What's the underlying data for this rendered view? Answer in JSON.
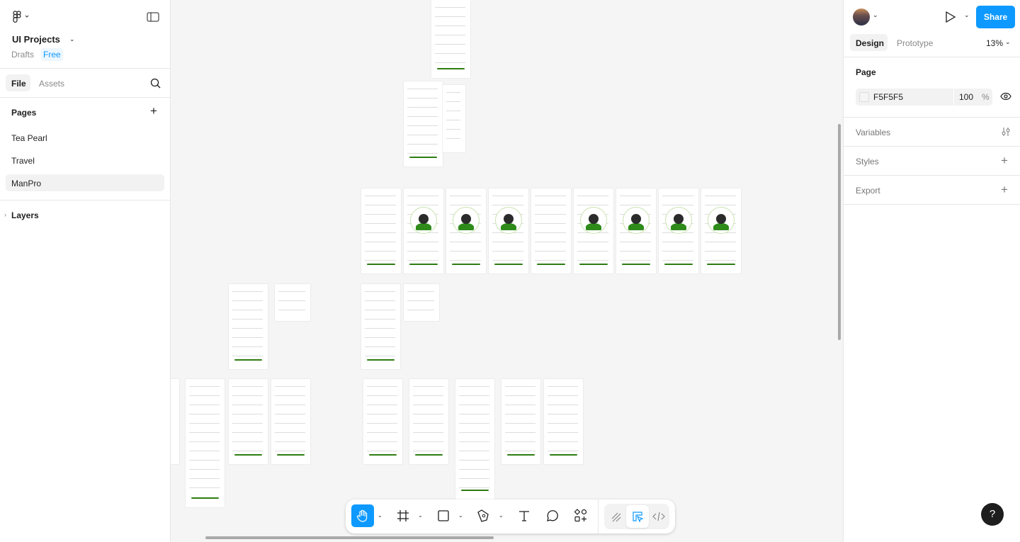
{
  "header": {
    "project": "UI Projects",
    "location": "Drafts",
    "plan_badge": "Free"
  },
  "left_tabs": {
    "file": "File",
    "assets": "Assets"
  },
  "pages": {
    "title": "Pages",
    "items": [
      {
        "label": "Tea Pearl"
      },
      {
        "label": "Travel"
      },
      {
        "label": "ManPro",
        "selected": true
      }
    ]
  },
  "layers": {
    "title": "Layers"
  },
  "right": {
    "share": "Share",
    "tabs": {
      "design": "Design",
      "prototype": "Prototype"
    },
    "zoom": "13%",
    "page": {
      "title": "Page",
      "color": "F5F5F5",
      "opacity": "100",
      "unit": "%"
    },
    "sections": [
      {
        "label": "Variables"
      },
      {
        "label": "Styles"
      },
      {
        "label": "Export"
      }
    ]
  },
  "toolbar": {
    "tools": [
      "hand-icon",
      "frame-icon",
      "rectangle-icon",
      "pen-icon",
      "text-icon",
      "comment-icon",
      "actions-icon"
    ],
    "modes": [
      "draw-icon",
      "design-icon",
      "dev-mode-icon"
    ],
    "active_tool": "hand-icon",
    "active_mode": "design-icon"
  },
  "colors": {
    "accent": "#0d99ff",
    "brand_green": "#2e7d12",
    "canvas": "#F5F5F5"
  },
  "help": "?"
}
